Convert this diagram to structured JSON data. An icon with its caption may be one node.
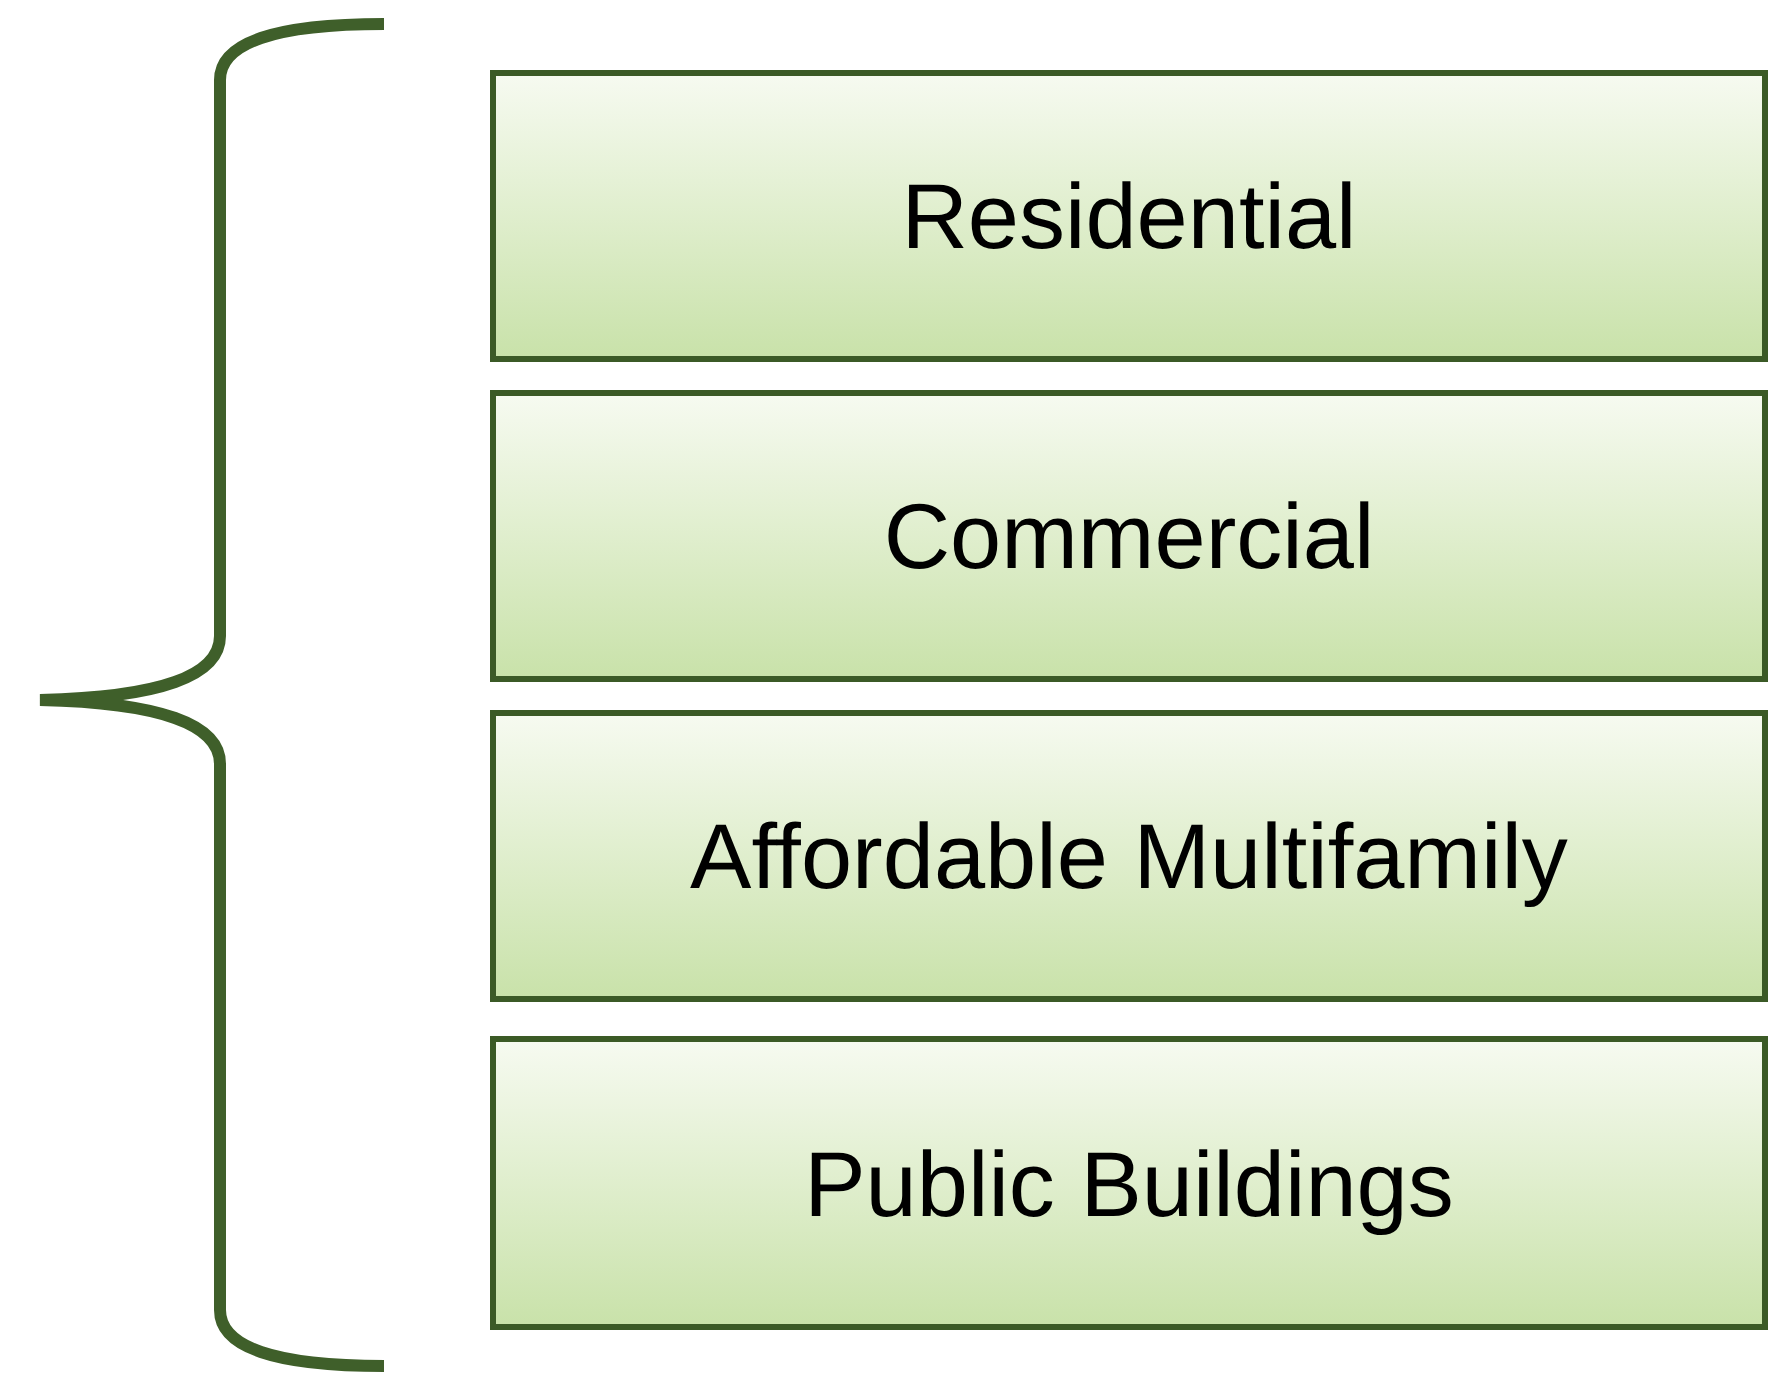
{
  "diagram": {
    "nodes": [
      {
        "text": [
          "Residential"
        ]
      },
      {
        "text": [
          "Commercial"
        ]
      },
      {
        "text": [
          "Affordable Multifamily"
        ]
      },
      {
        "text": [
          "Public Buildings"
        ]
      }
    ]
  }
}
